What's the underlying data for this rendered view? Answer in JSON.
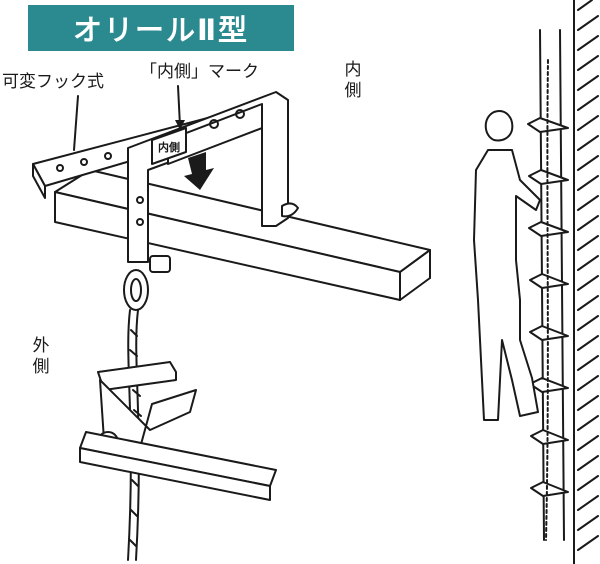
{
  "title": "オリールⅡ型",
  "labels": {
    "variable_hook": "可変フック式",
    "inside_mark": "「内側」マーク",
    "inside": "内側",
    "outside": "外側",
    "plate_mark": "内側"
  },
  "colors": {
    "accent": "#2a8a8f",
    "ink": "#1a1a1a",
    "background": "#ffffff"
  }
}
